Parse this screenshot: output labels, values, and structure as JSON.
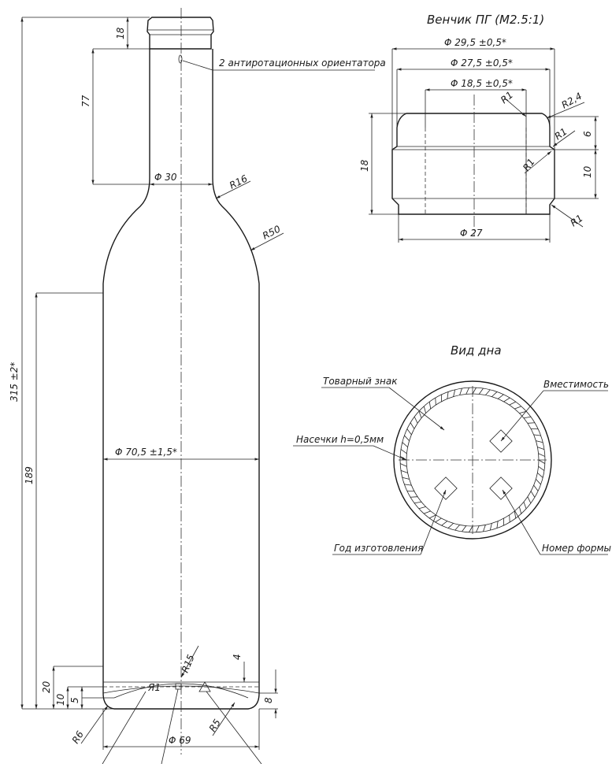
{
  "crown_title": "Венчик ПГ (М2.5:1)",
  "bottom_title": "Вид дна",
  "notes": {
    "orientators": "2 антиротационных ориентатора",
    "trademark": "Товарный знак",
    "capacity": "Вместимость",
    "notches": "Насечки h=0,5мм",
    "year": "Год изготовления",
    "mold_number": "Номер формы"
  },
  "body_dims": {
    "top_18": "18",
    "neck_77": "77",
    "total_315": "315 ±2*",
    "body_189": "189",
    "neck_d30": "Φ 30",
    "body_d70": "Φ 70,5 ±1,5*",
    "r16": "R16",
    "r50": "R50",
    "base_20": "20",
    "base_10": "10",
    "base_5": "5",
    "base_4": "4",
    "base_8": "8",
    "r15": "R15",
    "r6": "R6",
    "r5": "R5",
    "d69": "Φ 69",
    "mark": "Я1"
  },
  "crown_dims": {
    "d295": "Φ 29,5 ±0,5*",
    "d275": "Φ 27,5 ±0,5*",
    "d185": "Φ 18,5 ±0,5*",
    "d27": "Φ 27",
    "h18": "18",
    "h6": "6",
    "h10": "10",
    "r1": "R1",
    "r24": "R2,4"
  }
}
